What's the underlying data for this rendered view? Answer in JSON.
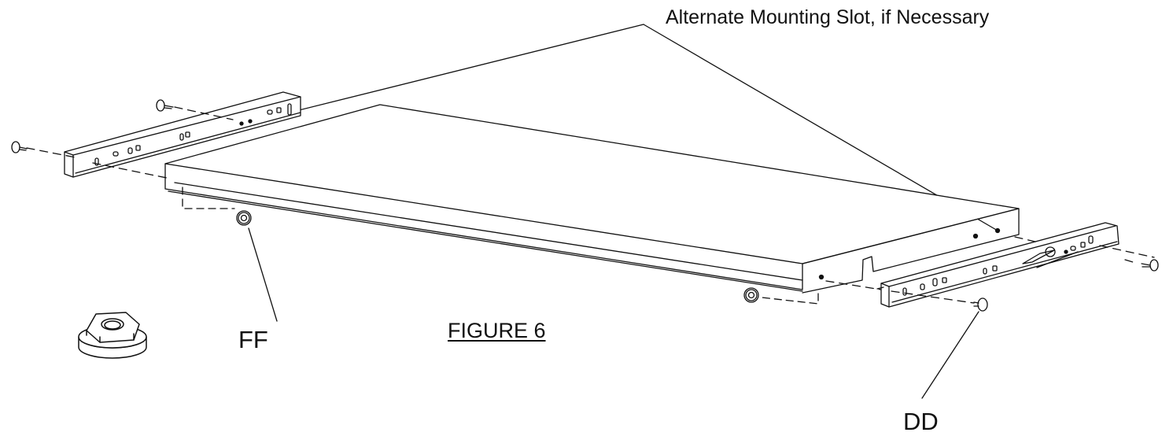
{
  "labels": {
    "callout": "Alternate Mounting Slot, if Necessary",
    "ff": "FF",
    "figure": "FIGURE 6",
    "dd": "DD"
  },
  "colors": {
    "line": "#111111",
    "background": "#ffffff"
  }
}
